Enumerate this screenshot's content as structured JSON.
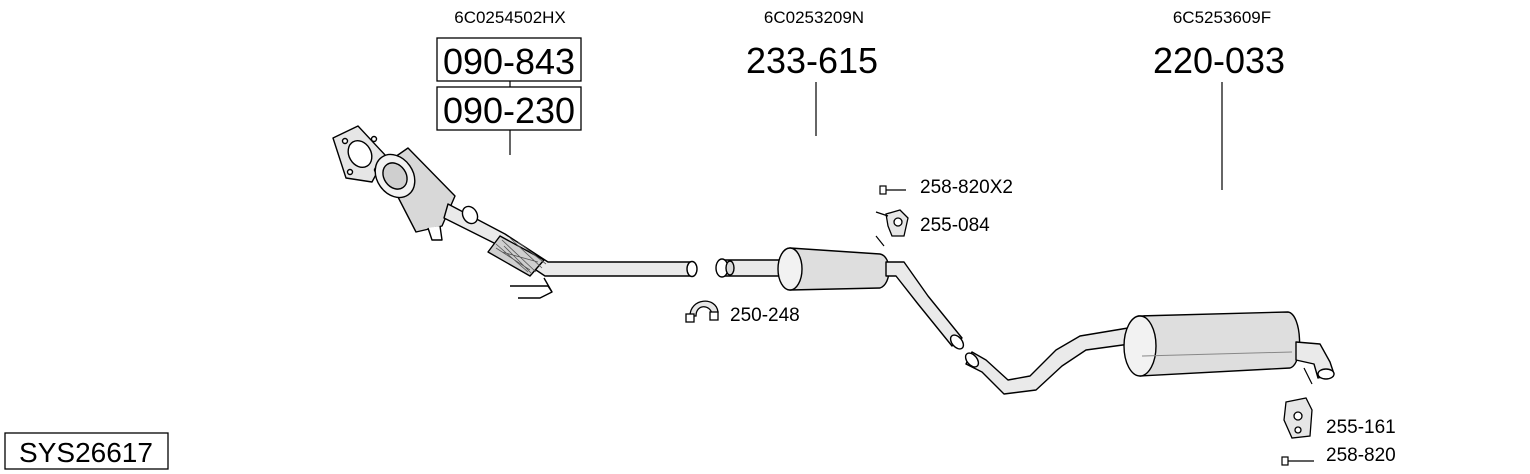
{
  "system_code": "SYS26617",
  "groups": [
    {
      "oe_number": "6C0254502HX",
      "parts": [
        "090-843",
        "090-230"
      ]
    },
    {
      "oe_number": "6C0253209N",
      "parts": [
        "233-615"
      ]
    },
    {
      "oe_number": "6C5253609F",
      "parts": [
        "220-033"
      ]
    }
  ],
  "fittings": {
    "bolt_1": "258-820X2",
    "hanger_1": "255-084",
    "clamp": "250-248",
    "hanger_2": "255-161",
    "bolt_2": "258-820"
  }
}
